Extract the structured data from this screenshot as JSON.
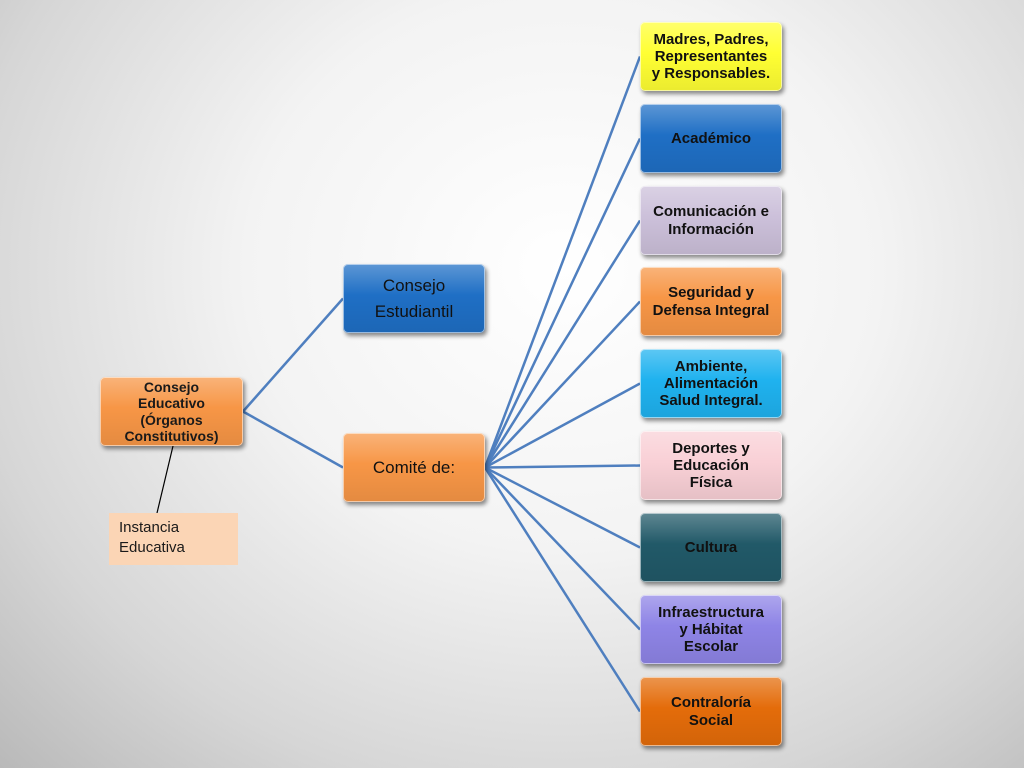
{
  "colors": {
    "connector": "#4f7fbf",
    "note_line": "#000000",
    "note_bg": "#fbd5b5"
  },
  "diagram": {
    "root": {
      "label": "Consejo\nEducativo\n(Órganos\nConstitutivos)",
      "color": "#f79646",
      "text_color": "#1a1a1a"
    },
    "branches": [
      {
        "label": "Consejo\nEstudiantil",
        "color": "#1f6fc5",
        "text_color": "#111111"
      },
      {
        "label": "Comité de:",
        "color": "#f79646",
        "text_color": "#111111"
      }
    ],
    "committees": [
      {
        "label": "Madres, Padres,\nRepresentantes\ny Responsables.",
        "color": "#ffff33",
        "text_color": "#111111"
      },
      {
        "label": "Académico",
        "color": "#1f6fc5",
        "text_color": "#111111"
      },
      {
        "label": "Comunicación e\nInformación",
        "color": "#ccc0da",
        "text_color": "#111111"
      },
      {
        "label": "Seguridad y\nDefensa Integral",
        "color": "#f79646",
        "text_color": "#111111"
      },
      {
        "label": "Ambiente,\nAlimentación\nSalud Integral.",
        "color": "#1fb2ef",
        "text_color": "#111111"
      },
      {
        "label": "Deportes y\nEducación\nFísica",
        "color": "#f9d0d6",
        "text_color": "#111111"
      },
      {
        "label": "Cultura",
        "color": "#215968",
        "text_color": "#111111"
      },
      {
        "label": "Infraestructura\ny Hábitat\nEscolar",
        "color": "#8e84e6",
        "text_color": "#111111"
      },
      {
        "label": "Contraloría\nSocial",
        "color": "#e46c0a",
        "text_color": "#111111"
      }
    ],
    "note": {
      "label": "Instancia\nEducativa"
    }
  }
}
